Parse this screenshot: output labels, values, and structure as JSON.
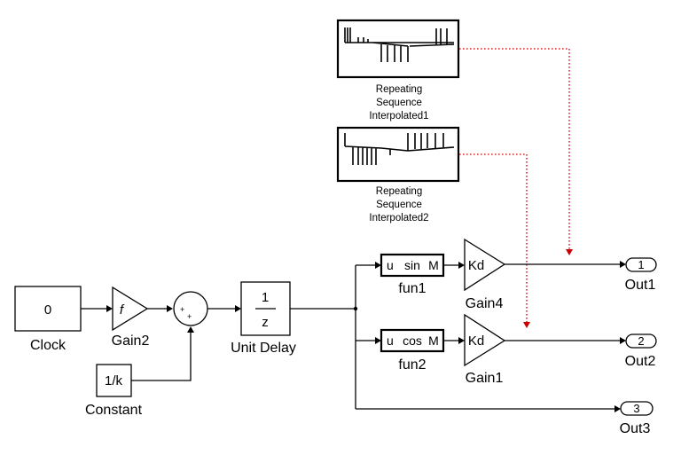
{
  "blocks": {
    "clock": {
      "content": "0",
      "label": "Clock"
    },
    "gain2": {
      "content": "f",
      "label": "Gain2"
    },
    "constant": {
      "content": "1/k",
      "label": "Constant"
    },
    "unit_delay": {
      "numerator": "1",
      "denominator": "z",
      "label": "Unit Delay"
    },
    "fun1": {
      "content_u": "u",
      "content_fn": "sin",
      "content_m": "M",
      "label": "fun1"
    },
    "fun2": {
      "content_u": "u",
      "content_fn": "cos",
      "content_m": "M",
      "label": "fun2"
    },
    "gain4": {
      "content": "Kd",
      "label": "Gain4"
    },
    "gain1": {
      "content": "Kd",
      "label": "Gain1"
    },
    "out1": {
      "port": "1",
      "label": "Out1"
    },
    "out2": {
      "port": "2",
      "label": "Out2"
    },
    "out3": {
      "port": "3",
      "label": "Out3"
    },
    "rep_seq1": {
      "label_line1": "Repeating",
      "label_line2": "Sequence",
      "label_line3": "Interpolated1"
    },
    "rep_seq2": {
      "label_line1": "Repeating",
      "label_line2": "Sequence",
      "label_line3": "Interpolated2"
    }
  },
  "colors": {
    "block_stroke": "#000000",
    "signal_line": "#000000",
    "dotted_signal": "#cc0000",
    "background": "#ffffff"
  }
}
